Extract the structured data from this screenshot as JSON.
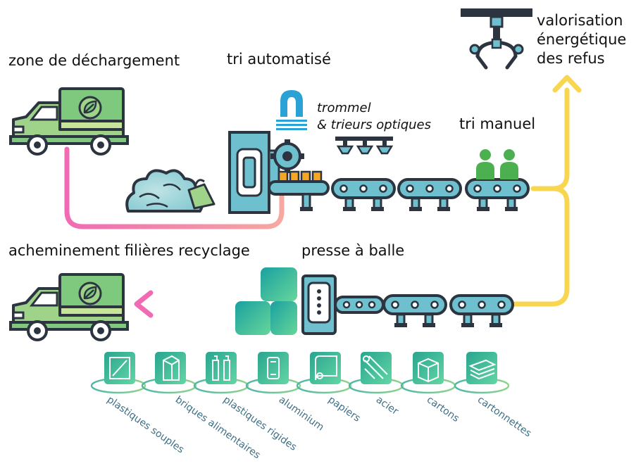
{
  "labels": {
    "unloading": "zone de déchargement",
    "auto_sort": "tri automatisé",
    "trommel_l1": "trommel",
    "trommel_l2": "& trieurs optiques",
    "manual_sort": "tri manuel",
    "energy_l1": "valorisation",
    "energy_l2": "énergétique",
    "energy_l3": "des refus",
    "recycling": "acheminement filières recyclage",
    "baler": "presse à balle"
  },
  "materials": [
    {
      "label": "plastiques souples",
      "icon": "flexible-plastic-icon"
    },
    {
      "label": "briques alimentaires",
      "icon": "food-carton-icon"
    },
    {
      "label": "plastiques rigides",
      "icon": "plastic-bottles-icon"
    },
    {
      "label": "aluminium",
      "icon": "aluminium-can-icon"
    },
    {
      "label": "papiers",
      "icon": "paper-roll-icon"
    },
    {
      "label": "acier",
      "icon": "steel-pipes-icon"
    },
    {
      "label": "cartons",
      "icon": "cardboard-box-icon"
    },
    {
      "label": "cartonnettes",
      "icon": "paperboard-stack-icon"
    }
  ],
  "colors": {
    "pink": "#f06ab4",
    "yellow": "#f9d64f",
    "teal": "#6fc0cf",
    "truck_green": "#7fc97f",
    "dark": "#2c3440"
  }
}
